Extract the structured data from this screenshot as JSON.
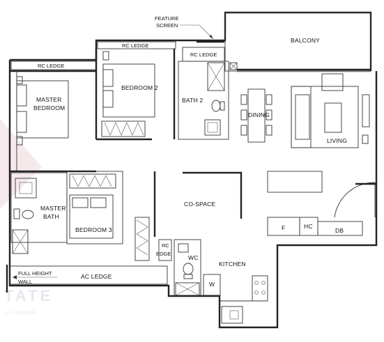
{
  "labels": {
    "feature_screen_1": "FEATURE",
    "feature_screen_2": "SCREEN",
    "rc_ledge_top": "RC LEDGE",
    "rc_ledge_bath2": "RC LEDGE",
    "rc_ledge_left": "RC LEDGE",
    "balcony": "BALCONY",
    "master_bedroom_1": "MASTER",
    "master_bedroom_2": "BEDROOM",
    "bedroom2": "BEDROOM 2",
    "bath2": "BATH 2",
    "dining": "DINING",
    "living": "LIVING",
    "co_space": "CO-SPACE",
    "master_bath_1": "MASTER",
    "master_bath_2": "BATH",
    "bedroom3": "BEDROOM 3",
    "rc_edge_1": "RC",
    "rc_edge_2": "EDGE",
    "wc": "WC",
    "kitchen": "KITCHEN",
    "f": "F",
    "hc": "HC",
    "db": "DB",
    "w": "W",
    "full_height_wall_1": "FULL HEIGHT",
    "full_height_wall_2": "WALL",
    "ac_ledge": "AC LEDGE"
  },
  "watermark": {
    "text": "TATE",
    "sub": "o. L3002382K"
  },
  "colors": {
    "wall": "#222222",
    "line": "#333333",
    "background": "#ffffff",
    "watermark": "#e7e7ef"
  }
}
